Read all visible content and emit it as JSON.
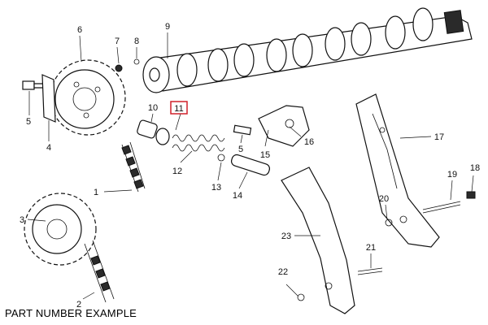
{
  "diagram": {
    "callouts": [
      {
        "id": "c1",
        "label": "1"
      },
      {
        "id": "c2",
        "label": "2"
      },
      {
        "id": "c3",
        "label": "3"
      },
      {
        "id": "c4",
        "label": "4"
      },
      {
        "id": "c5a",
        "label": "5"
      },
      {
        "id": "c5b",
        "label": "5"
      },
      {
        "id": "c6",
        "label": "6"
      },
      {
        "id": "c7",
        "label": "7"
      },
      {
        "id": "c8",
        "label": "8"
      },
      {
        "id": "c9",
        "label": "9"
      },
      {
        "id": "c10",
        "label": "10"
      },
      {
        "id": "c11",
        "label": "11",
        "highlighted": true,
        "highlight_color": "#d0202a"
      },
      {
        "id": "c12",
        "label": "12"
      },
      {
        "id": "c13",
        "label": "13"
      },
      {
        "id": "c14",
        "label": "14"
      },
      {
        "id": "c15",
        "label": "15"
      },
      {
        "id": "c16",
        "label": "16"
      },
      {
        "id": "c17",
        "label": "17"
      },
      {
        "id": "c18",
        "label": "18"
      },
      {
        "id": "c19",
        "label": "19"
      },
      {
        "id": "c20",
        "label": "20"
      },
      {
        "id": "c21",
        "label": "21"
      },
      {
        "id": "c22",
        "label": "22"
      },
      {
        "id": "c23",
        "label": "23"
      }
    ]
  },
  "caption": "PART NUMBER EXAMPLE"
}
